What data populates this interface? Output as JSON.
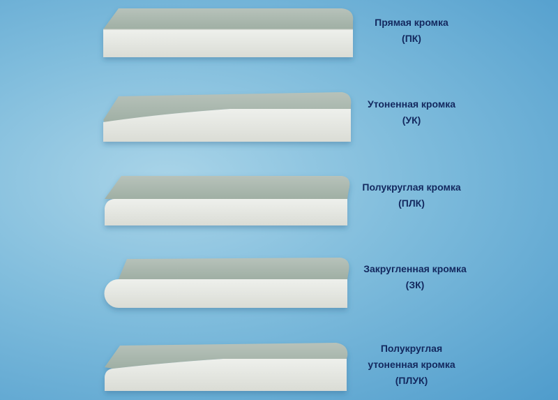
{
  "edges": [
    {
      "name": "Прямая кромка",
      "code": "(ПК)"
    },
    {
      "name": "Утоненная кромка",
      "code": "(УК)"
    },
    {
      "name": "Полукруглая кромка",
      "code": "(ПЛК)"
    },
    {
      "name": "Закругленная кромка",
      "code": "(ЗК)"
    },
    {
      "name_line1": "Полукруглая",
      "name_line2": "утоненная кромка",
      "code": "(ПЛУК)"
    }
  ],
  "colors": {
    "face": "#dcdfd6",
    "top": "#aab8ae",
    "text": "#13285e"
  }
}
